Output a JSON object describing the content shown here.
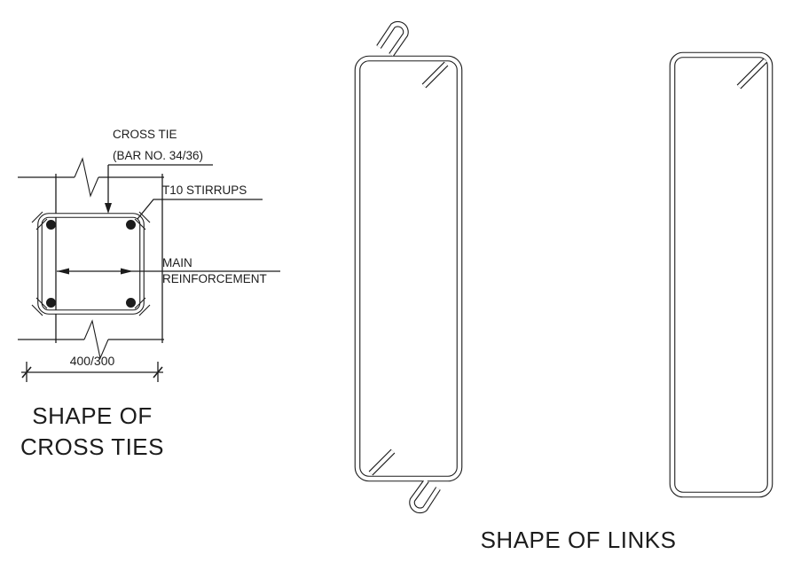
{
  "colors": {
    "background": "#ffffff",
    "line": "#1c1c1c",
    "text": "#1c1c1c"
  },
  "cross_ties_detail": {
    "label_cross_tie_1": "CROSS TIE",
    "label_cross_tie_2": "(BAR NO. 34/36)",
    "label_stirrups": "T10 STIRRUPS",
    "label_main_1": "MAIN",
    "label_main_2": "REINFORCEMENT",
    "dimension": "400/300",
    "title_1": "SHAPE OF",
    "title_2": "CROSS TIES"
  },
  "links_detail": {
    "title": "SHAPE OF LINKS"
  }
}
